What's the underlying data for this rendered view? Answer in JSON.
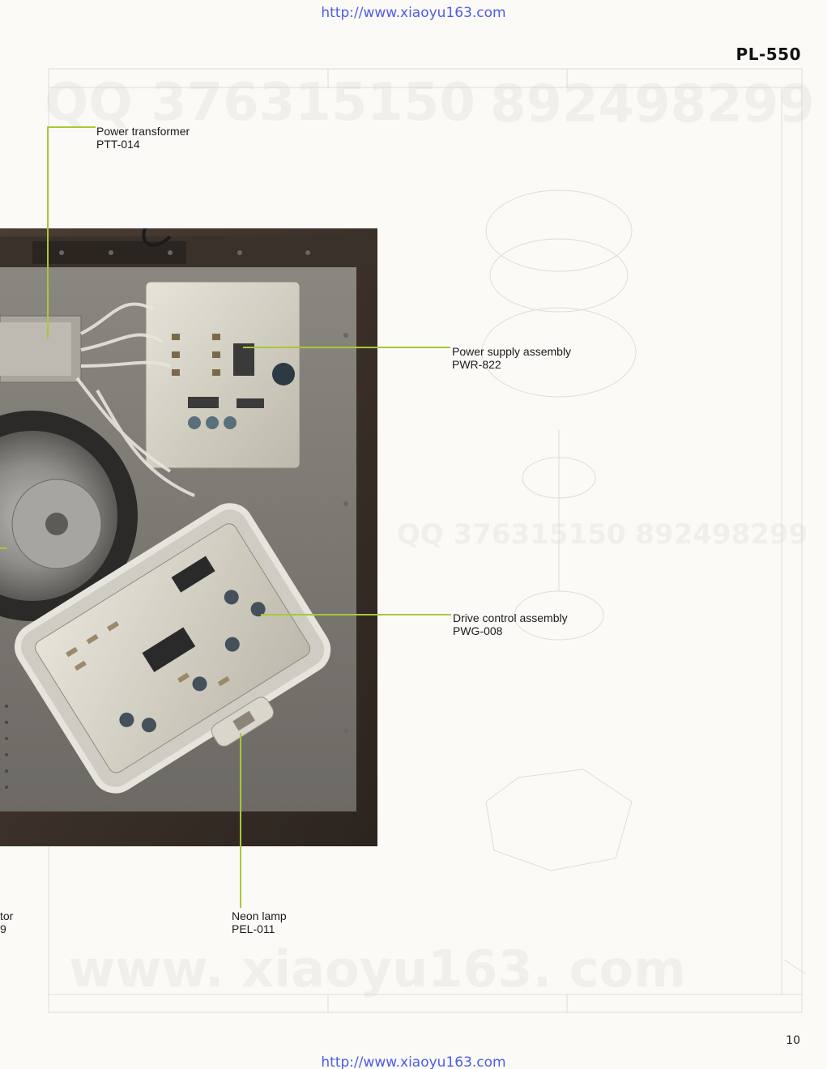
{
  "header": {
    "source_url_top": "http://www.xiaoyu163.com",
    "model": "PL-550"
  },
  "watermarks": {
    "wm_qq_left": "QQ 376315150",
    "wm_qq_right": "892498299",
    "wm_site": "www. xiaoyu163. com",
    "wm_center": "QQ 376315150 892498299"
  },
  "callouts": {
    "power_transformer": {
      "name": "Power transformer",
      "part": "PTT-014"
    },
    "power_supply": {
      "name": "Power supply assembly",
      "part": "PWR-822"
    },
    "drive_control": {
      "name": "Drive control assembly",
      "part": "PWG-008"
    },
    "neon_lamp": {
      "name": "Neon lamp",
      "part": "PEL-011"
    },
    "motor_partial": {
      "name": "tor",
      "part": "9"
    }
  },
  "footer": {
    "page_number": "10",
    "source_url_bottom": "http://www.xiaoyu163.com"
  },
  "colors": {
    "leader_line": "#a8c83a",
    "url_blue": "#4d5ce8",
    "cabinet_wood": "#3a302a"
  }
}
